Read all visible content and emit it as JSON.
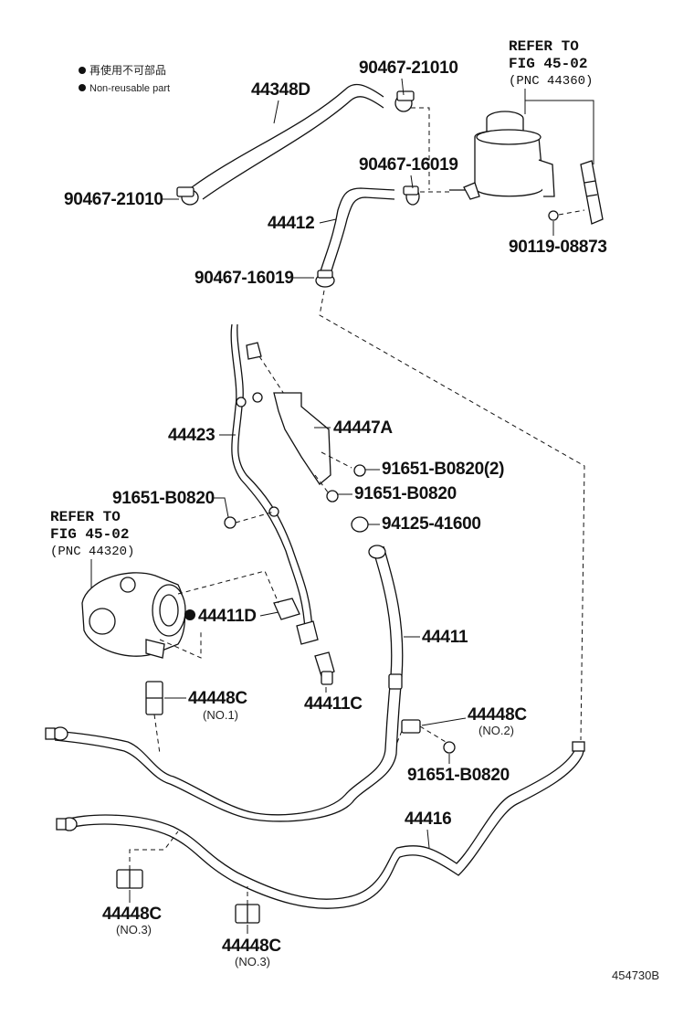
{
  "legend": {
    "bullet_jp": "再使用不可部品",
    "bullet_en": "Non-reusable part"
  },
  "refs": {
    "reservoir": {
      "line1": "REFER TO",
      "line2": "FIG 45-02",
      "line3": "(PNC 44360)"
    },
    "pump": {
      "line1": "REFER TO",
      "line2": "FIG 45-02",
      "line3": "(PNC 44320)"
    }
  },
  "parts": {
    "p44348D": "44348D",
    "p90467_21010_top": "90467-21010",
    "p90467_21010_left": "90467-21010",
    "p90467_16019_top": "90467-16019",
    "p44412": "44412",
    "p90467_16019_bottom": "90467-16019",
    "p90119_08873": "90119-08873",
    "p44423": "44423",
    "p44447A": "44447A",
    "p91651_B0820_2": "91651-B0820(2)",
    "p91651_B0820_a": "91651-B0820",
    "p91651_B0820_left": "91651-B0820",
    "p94125_41600": "94125-41600",
    "p44411D": "44411D",
    "p44411": "44411",
    "p44411C": "44411C",
    "p44448C_no1": "44448C",
    "no1": "(NO.1)",
    "p44448C_no2": "44448C",
    "no2": "(NO.2)",
    "p91651_B0820_lower": "91651-B0820",
    "p44416": "44416",
    "p44448C_no3a": "44448C",
    "no3a": "(NO.3)",
    "p44448C_no3b": "44448C",
    "no3b": "(NO.3)"
  },
  "figure_id": "454730B"
}
